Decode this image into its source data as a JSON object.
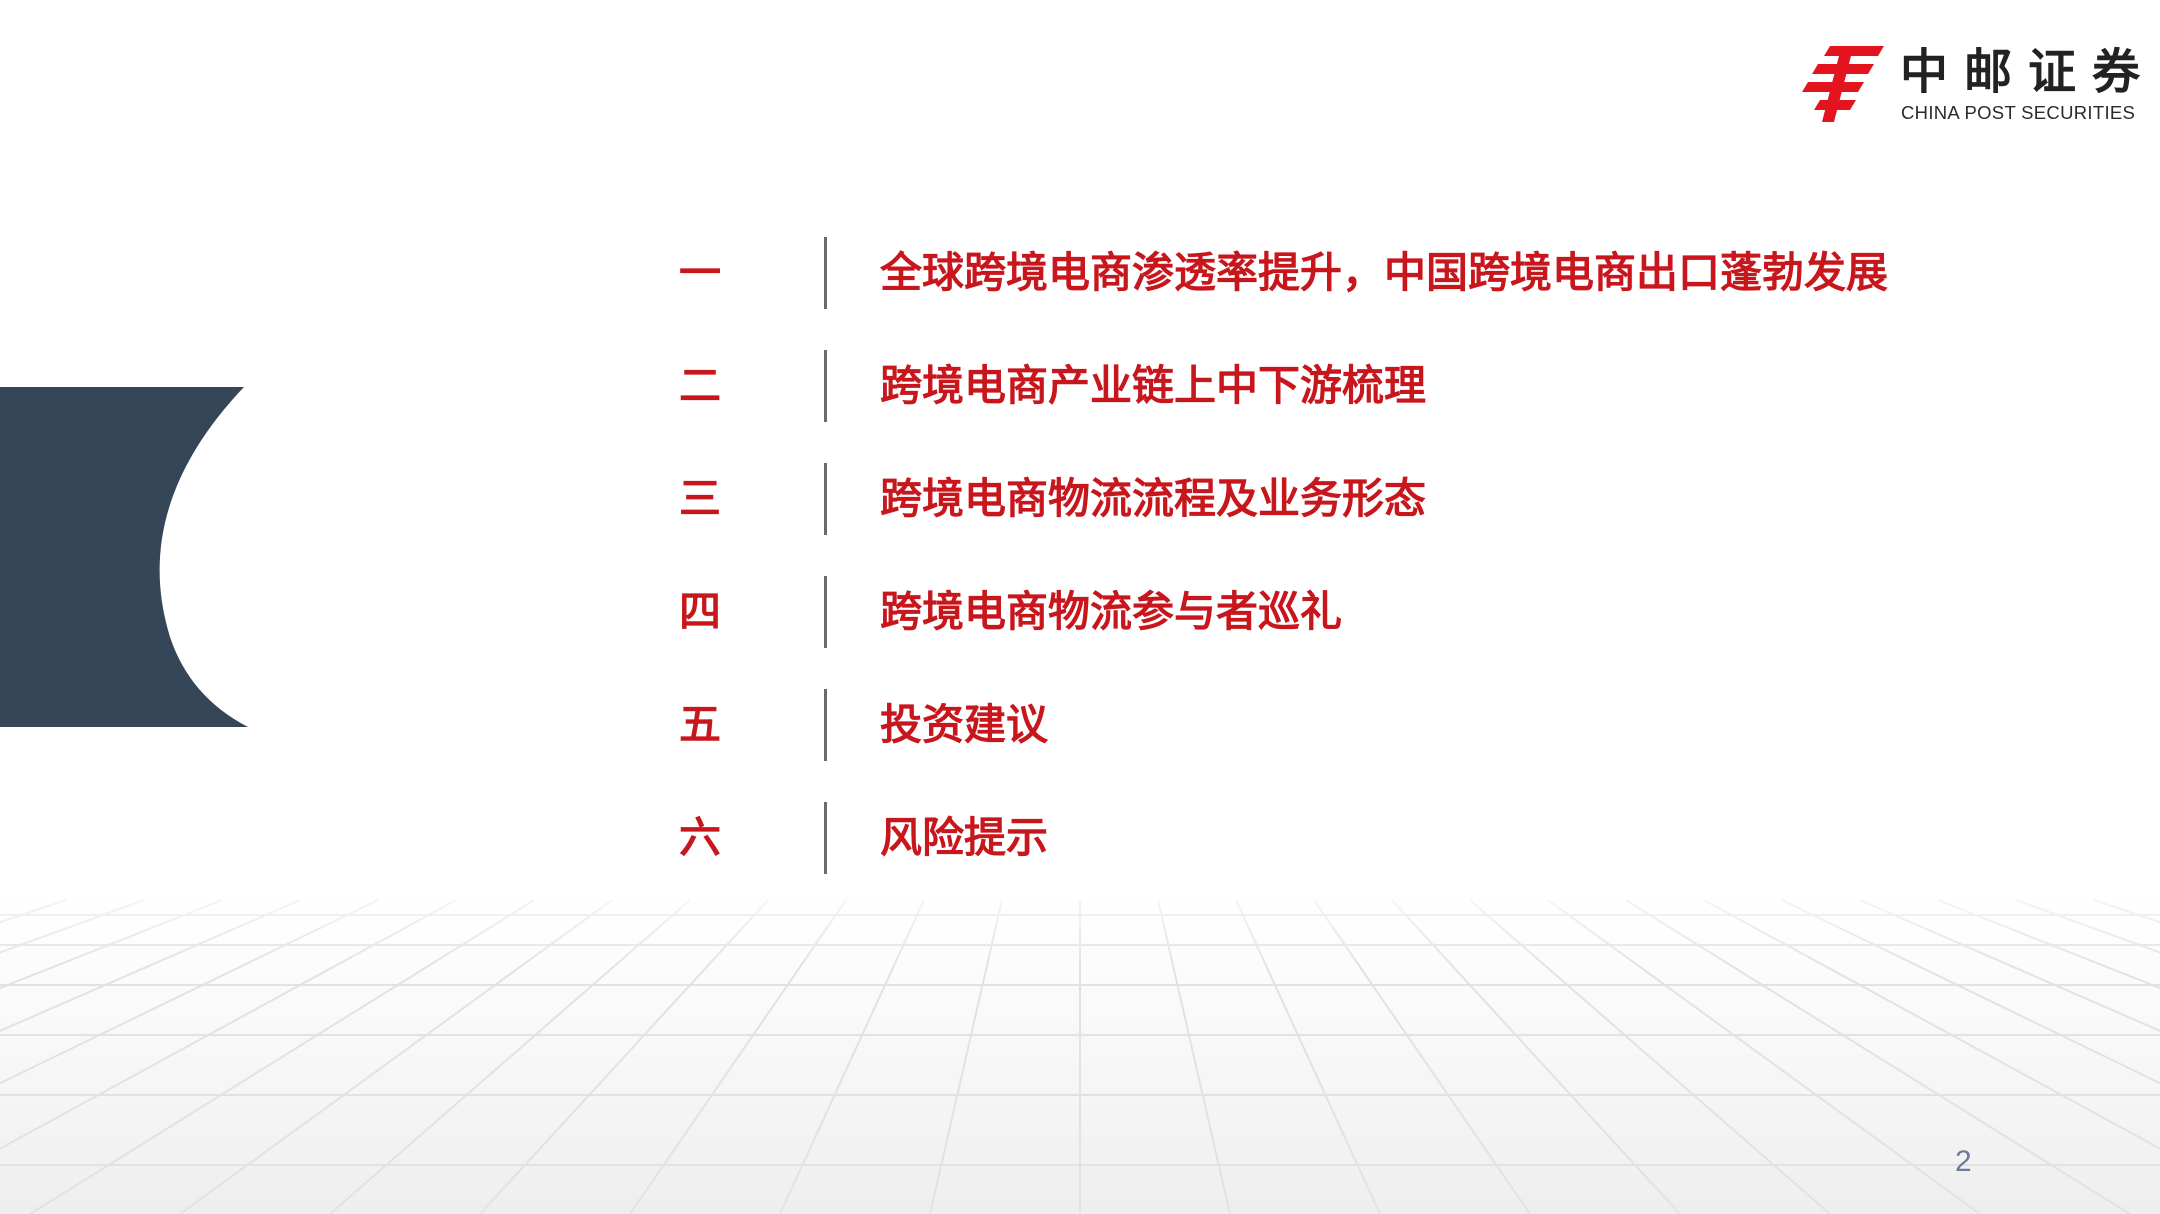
{
  "logo": {
    "name_cn": "中邮证券",
    "name_en": "CHINA POST SECURITIES",
    "brand_color": "#e4141f"
  },
  "toc": [
    {
      "num": "一",
      "title": "全球跨境电商渗透率提升，中国跨境电商出口蓬勃发展"
    },
    {
      "num": "二",
      "title": "跨境电商产业链上中下游梳理"
    },
    {
      "num": "三",
      "title": "跨境电商物流流程及业务形态"
    },
    {
      "num": "四",
      "title": "跨境电商物流参与者巡礼"
    },
    {
      "num": "五",
      "title": "投资建议"
    },
    {
      "num": "六",
      "title": "风险提示"
    }
  ],
  "page_number": "2",
  "colors": {
    "accent_red": "#c8161d",
    "navy_block": "#354658",
    "divider_gray": "#6a6a6a"
  }
}
